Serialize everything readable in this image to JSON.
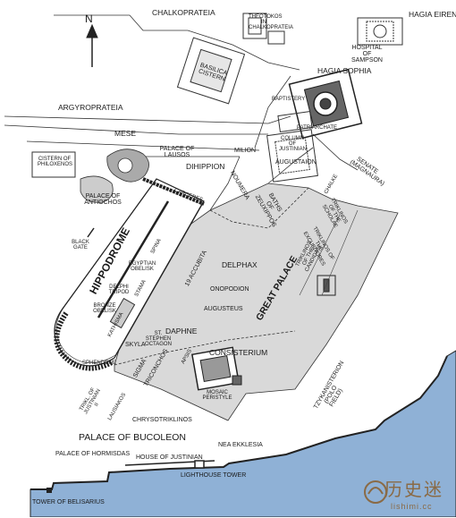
{
  "north_label": "N",
  "labels": {
    "chalkoprateia": "CHALKOPRATEIA",
    "theotokos": "THEOTOKOS IN CHALKOPRATEIA",
    "hagia_eirene": "HAGIA EIRENE",
    "hospital": "HOSPITAL OF SAMPSON",
    "basilica": "BASILICA CISTERN",
    "hagia_sophia": "HAGIA SOPHIA",
    "argyroprateia": "ARGYROPRATEIA",
    "baptistery": "BAPTISTERY",
    "patriarchate": "PATRIARCHATE",
    "mese": "MESE",
    "palace_lausos": "PALACE OF LAUSOS",
    "cistern_philoxenos": "CISTERN OF PHILOXENOS",
    "column_justinian": "COLUMN OF JUSTINIAN",
    "augustaion": "AUGUSTAION",
    "milion": "MILION",
    "dihippion": "DIHIPPION",
    "senate": "SENATE (MAGNAURA)",
    "palace_antiochos": "PALACE OF ANTIOCHOS",
    "carceres": "CARCERES",
    "noumera": "NOUMERA",
    "baths_zeuxippos": "BATHS OF ZEUXIPPOS",
    "chalke": "CHALKE",
    "triklinos_scholae": "TRIKLINOS OF THE SCHOLAE",
    "triklinos_excubitores": "TRIKLINOS OF THE EXCUBITORES",
    "triklinos_candidati": "TRIKLINOS OF THE CANDIDATI",
    "hippodrome": "HIPPODROME",
    "spina": "SPINA",
    "black_gate": "BLACK GATE",
    "egyptian_obelisk": "EGYPTIAN OBELISK",
    "delphi_tripod": "DELPHI TRIPOD",
    "stama": "STAMA",
    "bronze_obelisk": "BRONZE OBELISK",
    "accubita": "19 ACCUBITA",
    "delphax": "DELPHAX",
    "onopodion": "ONOPODION",
    "augusteus": "AUGUSTEUS",
    "great_palace": "GREAT PALACE",
    "daphne": "DAPHNE",
    "consisterium": "CONSISTERIUM",
    "kathisma": "KATHISMA",
    "st_stephen": "ST. STEPHEN OCTAGON",
    "sphendone": "SPHENDONE",
    "skyla": "SKYLA",
    "sigma": "SIGMA",
    "triconchos": "TRICONCHOS",
    "apsis": "APSIS",
    "mosaic_peristyle": "MOSAIC PERISTYLE",
    "tzykanisterion": "TZYKANISTERION (POLO FIELD)",
    "trikl_justinian": "TRIKL. OF JUSTINIAN II",
    "lausiakos": "LAUSIAKOS",
    "chrysotriklinos": "CHRYSOTRIKLINOS",
    "palace_bucoleon": "PALACE OF BUCOLEON",
    "nea_ekklesia": "NEA EKKLESIA",
    "palace_hormisdas": "PALACE OF HORMISDAS",
    "house_justinian": "HOUSE OF JUSTINIAN",
    "lighthouse": "LIGHTHOUSE TOWER",
    "tower_belisarius": "TOWER OF BELISARIUS"
  },
  "watermark": {
    "text": "历史迷",
    "url": "lishimi.cc"
  },
  "colors": {
    "palace_fill": "#d9d9d9",
    "sea": "#8fb1d6",
    "line": "#222222"
  }
}
